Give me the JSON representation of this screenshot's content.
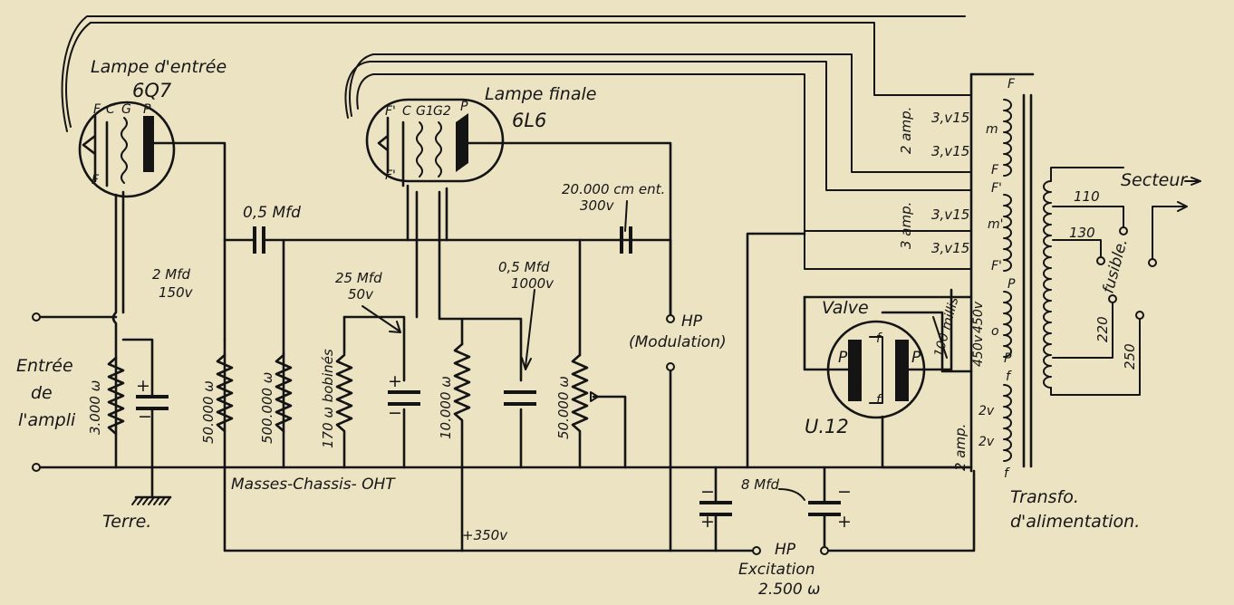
{
  "tubes": {
    "input": {
      "title": "Lampe d'entrée",
      "type": "6Q7",
      "pins": [
        "F",
        "C",
        "G",
        "P",
        "F"
      ]
    },
    "final": {
      "title": "Lampe finale",
      "type": "6L6",
      "pins": [
        "F'",
        "C",
        "G1",
        "G2",
        "P",
        "F'"
      ]
    },
    "rectifier": {
      "title": "Valve",
      "type": "U.12",
      "pins": [
        "P",
        "P",
        "f",
        "f"
      ]
    }
  },
  "capacitors": {
    "coupling1": "0,5 Mfd",
    "input_bypass": {
      "value": "2 Mfd",
      "voltage": "150v"
    },
    "cathode_bypass": {
      "value": "25 Mfd",
      "voltage": "50v"
    },
    "screen_bypass": {
      "value": "0,5 Mfd",
      "voltage": "1000v"
    },
    "output": {
      "value": "20.000 cm ent.",
      "voltage": "300v"
    },
    "filter": "8 Mfd"
  },
  "resistors": {
    "input": "3.000 ω",
    "grid_leak": "50.000 ω",
    "grid2": "500.000 ω",
    "bobines": "170 ω bobinés",
    "screen": "10.000 ω",
    "pot": "50.000 ω"
  },
  "labels": {
    "input": [
      "Entrée",
      "de",
      "l'ampli"
    ],
    "ground": "Terre.",
    "chassis": "Masses-Chassis- OHT",
    "plus350": "+350v",
    "hp_mod": [
      "HP",
      "(Modulation)"
    ],
    "hp_exc": [
      "HP",
      "Excitation",
      "2.500 ω"
    ],
    "sector": "Secteur",
    "fuse": "fusible.",
    "transfo": [
      "Transfo.",
      "d'alimentation."
    ],
    "milli": "100 millis"
  },
  "transformer": {
    "heater_amps_1": "2 amp.",
    "heater_amps_2": "3 amp.",
    "heater_amps_3": "2 amp.",
    "windings": [
      "3,v15",
      "3,v15",
      "3,v15",
      "3,v15",
      "450v",
      "450v",
      "2v",
      "2v"
    ],
    "letters": [
      "F",
      "m",
      "F",
      "F'",
      "m'",
      "F'",
      "P",
      "o",
      "P",
      "f",
      "f"
    ],
    "primary_taps": [
      "110",
      "130",
      "220",
      "250"
    ]
  }
}
